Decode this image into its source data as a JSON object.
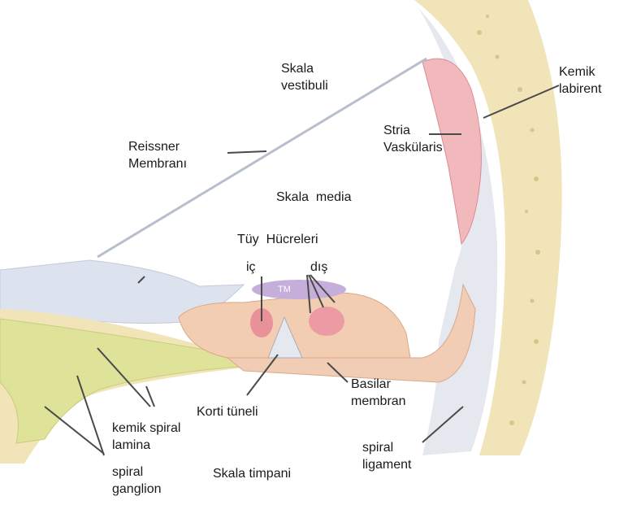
{
  "labels": {
    "skala_vestibuli": [
      "Skala",
      "vestibuli"
    ],
    "kemik_labirent": [
      "Kemik",
      "labirent"
    ],
    "stria_vaskularis": [
      "Stria",
      "Vaskülaris"
    ],
    "reissner_membrani": [
      "Reissner",
      "Membranı"
    ],
    "skala_media": "Skala  media",
    "tuy_hucreleri": "Tüy  Hücreleri",
    "ic": "iç",
    "dis": "dış",
    "tectorial_membrane": "TM",
    "basilar_membran": [
      "Basilar",
      "membran"
    ],
    "korti_tuneli": "Korti tüneli",
    "kemik_spiral_lamina": [
      "kemik spiral",
      "lamina"
    ],
    "spiral_ganglion": [
      "spiral",
      "ganglion"
    ],
    "spiral_ligament": [
      "spiral",
      "ligament"
    ],
    "skala_timpani": "Skala timpani"
  },
  "colors": {
    "bone": "#f0e4b8",
    "bone_dots": "#d9c58c",
    "membrane": "#dde3ee",
    "stria": "#f2b9bd",
    "organ_of_corti": "#f3cdb2",
    "tectorial": "#c6aedb",
    "hair_cell": "#e9919a",
    "nerve": "#dfe39a",
    "leader_line": "#4a4a4a"
  }
}
